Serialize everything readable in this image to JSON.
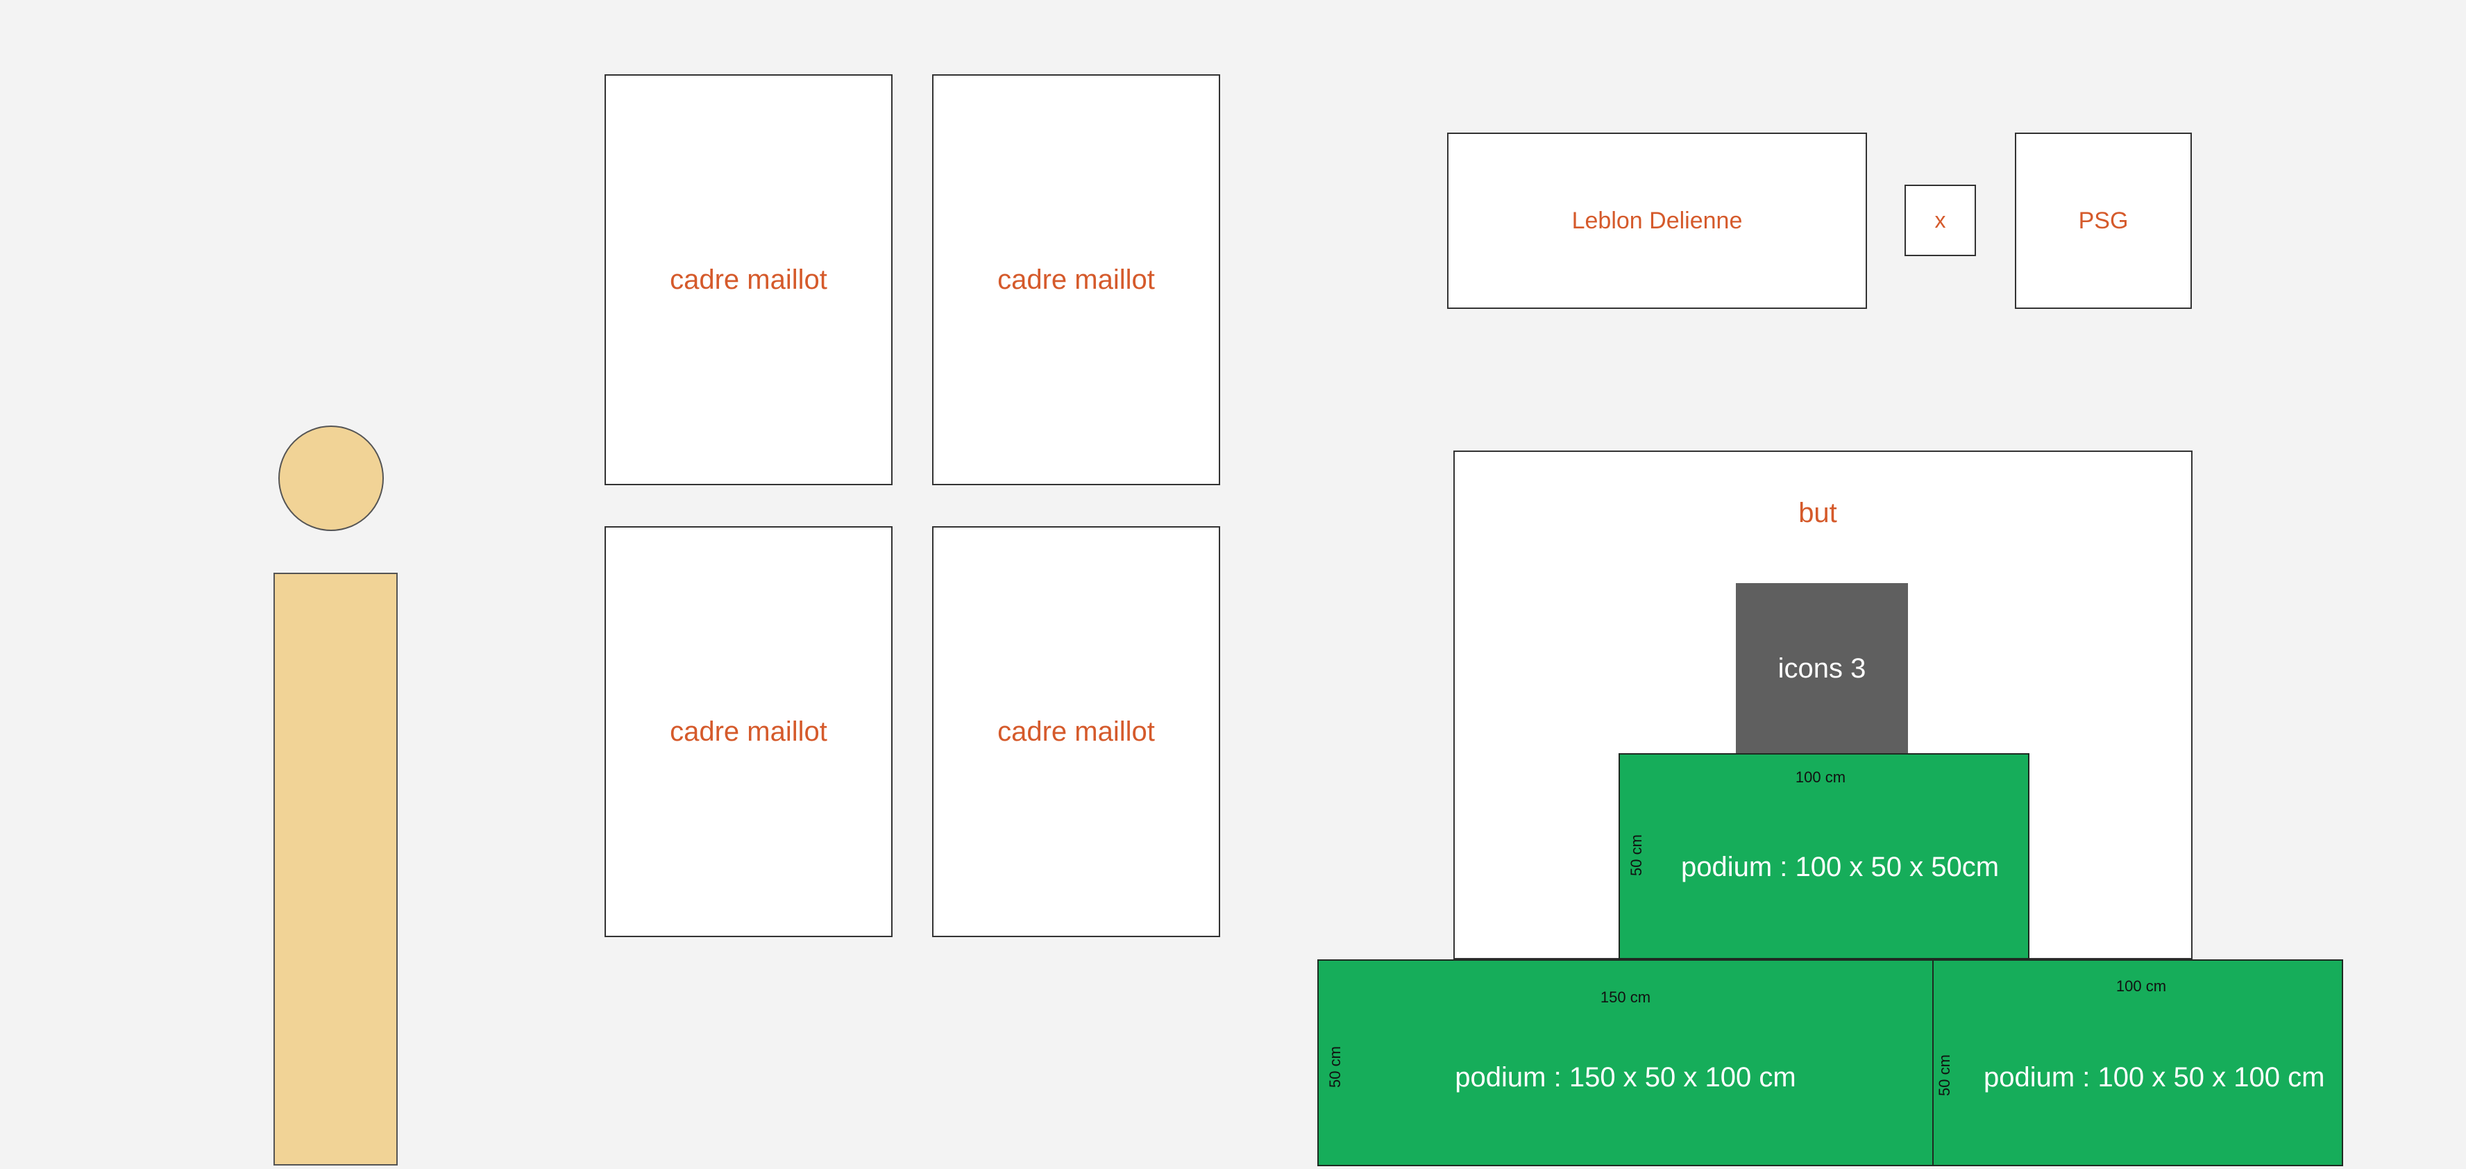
{
  "colors": {
    "background": "#f3f3f3",
    "frame_text": "#d55a2b",
    "person": "#f1d396",
    "podium": "#16ad5a",
    "icon_block": "#5f5f5f"
  },
  "frames": [
    {
      "label": "cadre maillot"
    },
    {
      "label": "cadre maillot"
    },
    {
      "label": "cadre maillot"
    },
    {
      "label": "cadre maillot"
    }
  ],
  "banner": {
    "left_label": "Leblon Delienne",
    "separator_label": "x",
    "right_label": "PSG"
  },
  "goal": {
    "label": "but"
  },
  "icons_block": {
    "label": "icons 3"
  },
  "podium_top": {
    "label": "podium : 100 x 50 x 50cm",
    "width_label": "100 cm",
    "height_label": "50 cm"
  },
  "podium_left": {
    "label": "podium : 150 x 50 x 100 cm",
    "width_label": "150 cm",
    "height_label": "50 cm"
  },
  "podium_right": {
    "label": "podium : 100 x 50 x 100 cm",
    "width_label": "100 cm",
    "height_label": "50 cm"
  }
}
